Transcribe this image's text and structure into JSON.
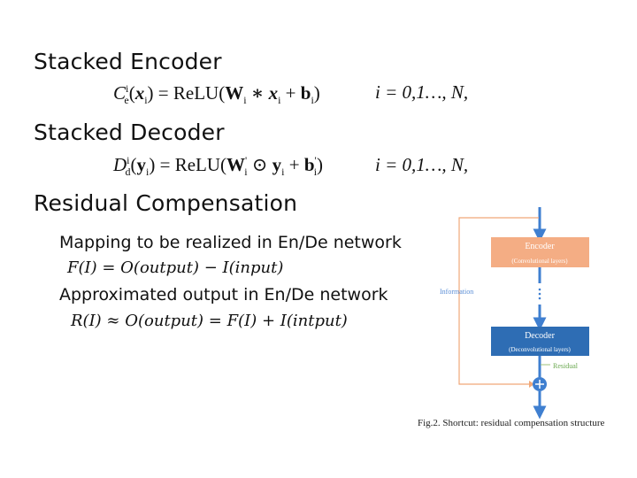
{
  "headings": {
    "encoder": "Stacked Encoder",
    "decoder": "Stacked Decoder",
    "residual": "Residual Compensation"
  },
  "equations": {
    "encoder": {
      "lhs_symbol": "C",
      "lhs_sup": "i",
      "lhs_sub": "e",
      "arg": "x",
      "arg_sub": "i",
      "func": "ReLU",
      "weight": "W",
      "weight_sub": "i",
      "operator": "∗",
      "bias": "b",
      "bias_sub": "i",
      "range": "i = 0,1…, N,"
    },
    "decoder": {
      "lhs_symbol": "D",
      "lhs_sup": "i",
      "lhs_sub": "d",
      "arg": "y",
      "arg_sub": "i",
      "func": "ReLU",
      "weight": "W",
      "weight_sub": "i",
      "weight_sup": "'",
      "operator": "⊙",
      "bias": "b",
      "bias_sub": "i",
      "bias_sup": "'",
      "range": "i = 0,1…, N,"
    }
  },
  "residual": {
    "mapping_label": "Mapping to be realized in En/De network",
    "mapping_formula": "F(I) = O(output) − I(input)",
    "approx_label": "Approximated output in En/De  network",
    "approx_formula": "R(I) ≈ O(output) = F(I) + I(intput)"
  },
  "diagram": {
    "encoder_label": "Encoder",
    "encoder_sub": "(Convolutional layers)",
    "decoder_label": "Decoder",
    "decoder_sub": "(Deconvolutional layers)",
    "information_label": "Information",
    "residual_label": "Residual",
    "caption": "Fig.2. Shortcut: residual compensation structure",
    "colors": {
      "encoder_fill": "#f4ad84",
      "decoder_fill": "#2e6db4",
      "arrow": "#3f7fd0",
      "skip_line": "#f0a878",
      "residual_line": "#9cc07a"
    }
  }
}
